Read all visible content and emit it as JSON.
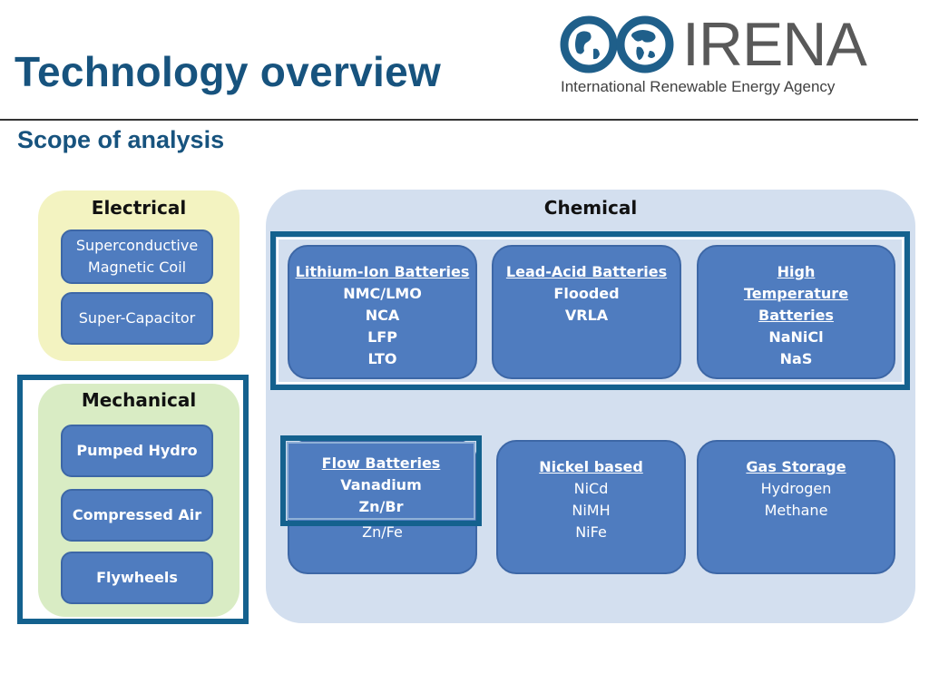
{
  "header": {
    "title": "Technology overview",
    "subtitle": "Scope of analysis"
  },
  "logo": {
    "word": "IRENA",
    "tagline": "International Renewable Energy Agency",
    "icon": "globe-infinity-icon"
  },
  "colors": {
    "title_blue": "#17537e",
    "highlight_border": "#14618e",
    "box_fill": "#4f7cbf",
    "electrical_bg": "#f3f3c1",
    "mechanical_bg": "#d9ecc4",
    "chemical_bg": "#d3dfef"
  },
  "electrical": {
    "title": "Electrical",
    "items": [
      "Superconductive Magnetic Coil",
      "Super-Capacitor"
    ]
  },
  "mechanical": {
    "title": "Mechanical",
    "items": [
      "Pumped Hydro",
      "Compressed Air",
      "Flywheels"
    ]
  },
  "chemical": {
    "title": "Chemical",
    "boxes": [
      {
        "heading": "Lithium-Ion Batteries",
        "lines": [
          "NMC/LMO",
          "NCA",
          "LFP",
          "LTO"
        ]
      },
      {
        "heading": "Lead-Acid Batteries",
        "lines": [
          "Flooded",
          "VRLA"
        ]
      },
      {
        "heading": "High Temperature Batteries",
        "lines": [
          "NaNiCl",
          "NaS"
        ]
      },
      {
        "heading": "Flow Batteries",
        "lines": [
          "Vanadium",
          "Zn/Br",
          "Zn/Fe"
        ]
      },
      {
        "heading": "Nickel based",
        "lines": [
          "NiCd",
          "NiMH",
          "NiFe"
        ]
      },
      {
        "heading": "Gas Storage",
        "lines": [
          "Hydrogen",
          "Methane"
        ]
      }
    ]
  }
}
